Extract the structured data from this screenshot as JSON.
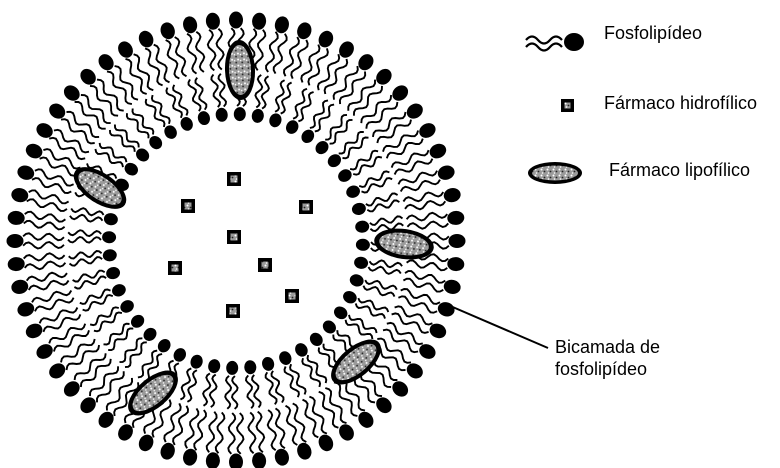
{
  "legend": {
    "phospholipid": {
      "label": "Fosfolipídeo",
      "icon": "phospholipid-icon"
    },
    "hydrophilic_drug": {
      "label": "Fármaco hidrofílico",
      "icon": "hydrophilic-drug-icon"
    },
    "lipophilic_drug": {
      "label": "Fármaco lipofílico",
      "icon": "lipophilic-drug-icon"
    }
  },
  "bilayer_label": {
    "line1": "Bicamada de",
    "line2": "fosfolipídeo"
  },
  "colors": {
    "ink": "#000000",
    "background": "#ffffff",
    "drug_fill": "#777777"
  }
}
